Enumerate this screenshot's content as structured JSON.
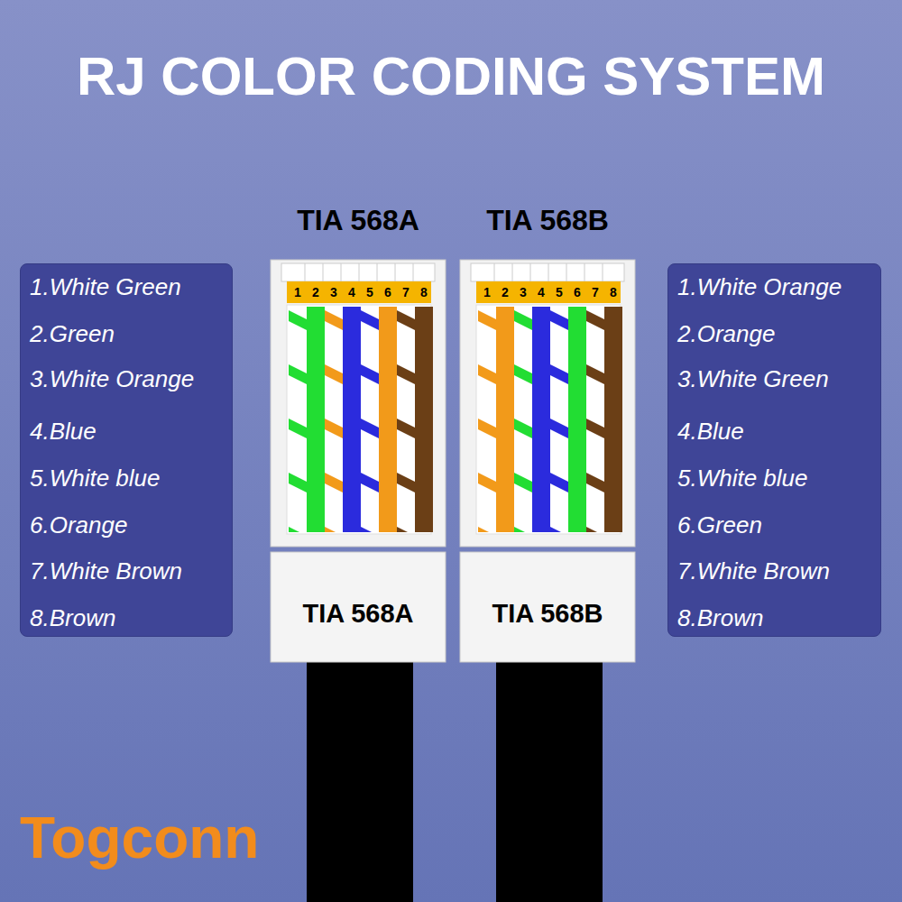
{
  "diagram": {
    "title": "RJ COLOR CODING SYSTEM",
    "nodes": [
      {
        "text": [
          "1.White Green",
          "2.Green",
          "3.White Orange",
          "4.Blue",
          "5.White blue",
          "6.Orange",
          "7.White Brown",
          "8.Brown"
        ]
      },
      {
        "text": [
          "TIA 568A",
          "TIA 568A"
        ]
      },
      {
        "text": [
          "TIA 568B",
          "TIA 568B"
        ]
      },
      {
        "text": [
          "1.White Orange",
          "2.Orange",
          "3.White Green",
          "4.Blue",
          "5.White blue",
          "6.Green",
          "7.White Brown",
          "8.Brown"
        ]
      }
    ],
    "labels": [
      "1",
      "2",
      "3",
      "4",
      "5",
      "6",
      "7",
      "8",
      "1",
      "2",
      "3",
      "4",
      "5",
      "6",
      "7",
      "8",
      "Togconn"
    ]
  }
}
